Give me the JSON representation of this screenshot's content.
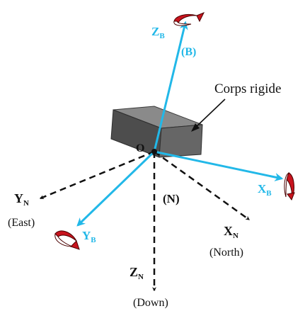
{
  "colors": {
    "body_frame": "#22b8e8",
    "ned_frame": "#111111",
    "rotation_arrows": "#c8141e",
    "rigid_body": "#555555"
  },
  "labels": {
    "rigid_body": "Corps rigide",
    "origin": "O",
    "body_frame": "(B)",
    "ned_frame": "(N)",
    "z_body": {
      "main": "Z",
      "sub": "B"
    },
    "x_body": {
      "main": "X",
      "sub": "B"
    },
    "y_body": {
      "main": "Y",
      "sub": "B"
    },
    "x_ned": {
      "main": "X",
      "sub": "N",
      "direction": "(North)"
    },
    "y_ned": {
      "main": "Y",
      "sub": "N",
      "direction": "(East)"
    },
    "z_ned": {
      "main": "Z",
      "sub": "N",
      "direction": "(Down)"
    }
  },
  "icons": [
    "rotation-arrow-icon"
  ]
}
